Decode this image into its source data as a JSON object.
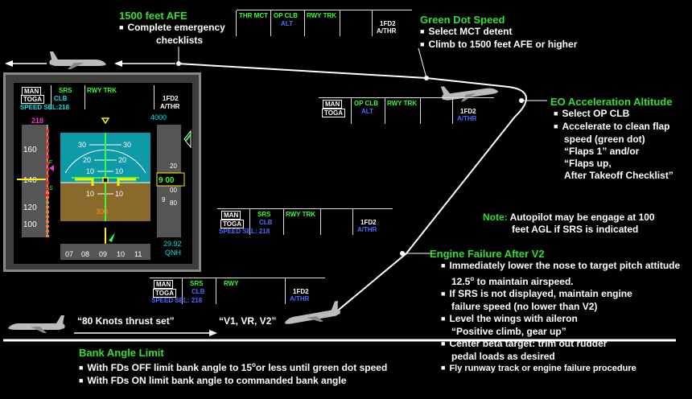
{
  "afe": {
    "title": "1500 feet AFE",
    "items": [
      "Complete emergency",
      "checklists"
    ]
  },
  "green_dot": {
    "title": "Green Dot Speed",
    "items": [
      "Select MCT detent",
      "Climb to 1500 feet AFE or higher"
    ]
  },
  "eo_accel": {
    "title": "EO Acceleration Altitude",
    "items": [
      "Select OP CLB",
      "Accelerate to clean flap",
      "speed (green dot)",
      "“Flaps 1” and/or",
      "“Flaps up,",
      "After Takeoff Checklist”"
    ]
  },
  "note": {
    "label": "Note:",
    "line1": "Autopilot may be engage at 100",
    "line2": "feet AGL if SRS is indicated"
  },
  "engine_failure": {
    "title": "Engine Failure After V2",
    "items": [
      "Immediately lower the nose to target pitch attitude",
      "12.5",
      "o",
      " to maintain airspeed.",
      "If SRS is not displayed, maintain engine",
      "failure speed (no lower than V2)",
      "Level the wings with aileron",
      "“Positive climb, gear up”",
      "Center beta target: trim out rudder",
      "pedal loads as desired",
      "Fly runway track or engine failure procedure"
    ]
  },
  "bank_angle": {
    "title": "Bank Angle Limit",
    "item1a": "With FDs OFF limit bank angle to 15",
    "item1b": "o",
    "item1c": "or less until green dot speed",
    "item2": "With FDs ON limit bank angle to commanded bank angle"
  },
  "callouts": {
    "thrust_set": "“80 Knots thrust set”",
    "v_speeds": "“V1, VR, V2”"
  },
  "fma_top": {
    "c1": "THR MCT",
    "c2a": "OP CLB",
    "c2b": "ALT",
    "c3": "RWY TRK",
    "c5a": "1FD2",
    "c5b": "A/THR"
  },
  "fma_eo": {
    "c1a": "MAN",
    "c1b": "TOGA",
    "c2a": "OP CLB",
    "c2b": "ALT",
    "c3": "RWY TRK",
    "c5a": "1FD2",
    "c5b": "A/THR"
  },
  "fma_mid": {
    "c1a": "MAN",
    "c1b": "TOGA",
    "c2a": "SRS",
    "c2b": "CLB",
    "c3": "RWY TRK",
    "speed_sel": "SPEED SEL: 218",
    "c5a": "1FD2",
    "c5b": "A/THR"
  },
  "fma_low": {
    "c1a": "MAN",
    "c1b": "TOGA",
    "c2a": "SRS",
    "c2b": "CLB",
    "c3": "RWY",
    "speed_sel": "SPEED SEL: 218",
    "c5a": "1FD2",
    "c5b": "A/THR"
  },
  "pfd": {
    "fma": {
      "c1a": "MAN",
      "c1b": "TOGA",
      "c2a": "SRS",
      "c2b": "CLB",
      "c3": "RWY TRK",
      "speed_sel": "SPEED SEL:218",
      "c5a": "1FD2",
      "c5b": "A/THR"
    },
    "speed_target": "218",
    "speed_ticks": [
      "160",
      "140",
      "120",
      "100"
    ],
    "pitch_up": [
      "30",
      "20",
      "10"
    ],
    "pitch_down": [
      "10"
    ],
    "alt_top": "4000",
    "alt_ticks": [
      "20",
      "00",
      "9",
      "80"
    ],
    "alt_readout": "9 00",
    "alt_bottom": "300",
    "baro": "29.92",
    "baro_unit": "QNH",
    "heading_ticks": [
      "07",
      "08",
      "09",
      "10",
      "11"
    ],
    "speed_marks": [
      "F",
      "S"
    ]
  },
  "colors": {
    "green": "#33dd33",
    "blue": "#4f6bff",
    "cyan": "#00e5e5",
    "sky": "#0e9aa7",
    "ground": "#8a6a2a"
  }
}
